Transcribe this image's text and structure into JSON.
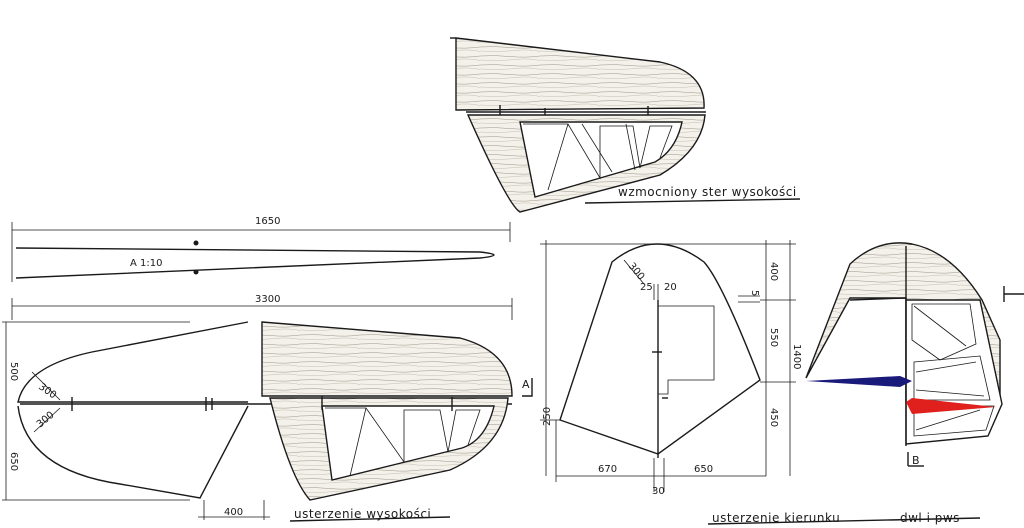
{
  "captions": {
    "elevator_reinforced": "wzmocniony ster wysokości",
    "horizontal_tail": "usterzenie wysokości",
    "vertical_tail": "usterzenie kierunku",
    "vertical_tail_suffix": "dwl i pws"
  },
  "section_label": "A  1:10",
  "markers": {
    "a": "A",
    "b": "B"
  },
  "dimensions": {
    "half_span": "1650",
    "full_span": "3300",
    "root_chord_upper": "500",
    "root_chord_lower": "650",
    "tip_radius_1": "300",
    "tip_radius_2": "300",
    "elevator_width": "400",
    "fin_radius": "300",
    "fin_top_a": "25",
    "fin_top_b": "20",
    "fin_side_small": "5",
    "fin_height_top": "400",
    "fin_height_mid": "550",
    "fin_height_bottom": "450",
    "fin_total_height": "1400",
    "fin_bottom_left": "250",
    "fin_base_left": "670",
    "fin_base_right": "650",
    "fin_gap": "30"
  },
  "colors": {
    "ink": "#1a1a1a",
    "wood": "#f4f1ea",
    "blue_section": "#1a1a7a",
    "red_section": "#e0201c"
  }
}
